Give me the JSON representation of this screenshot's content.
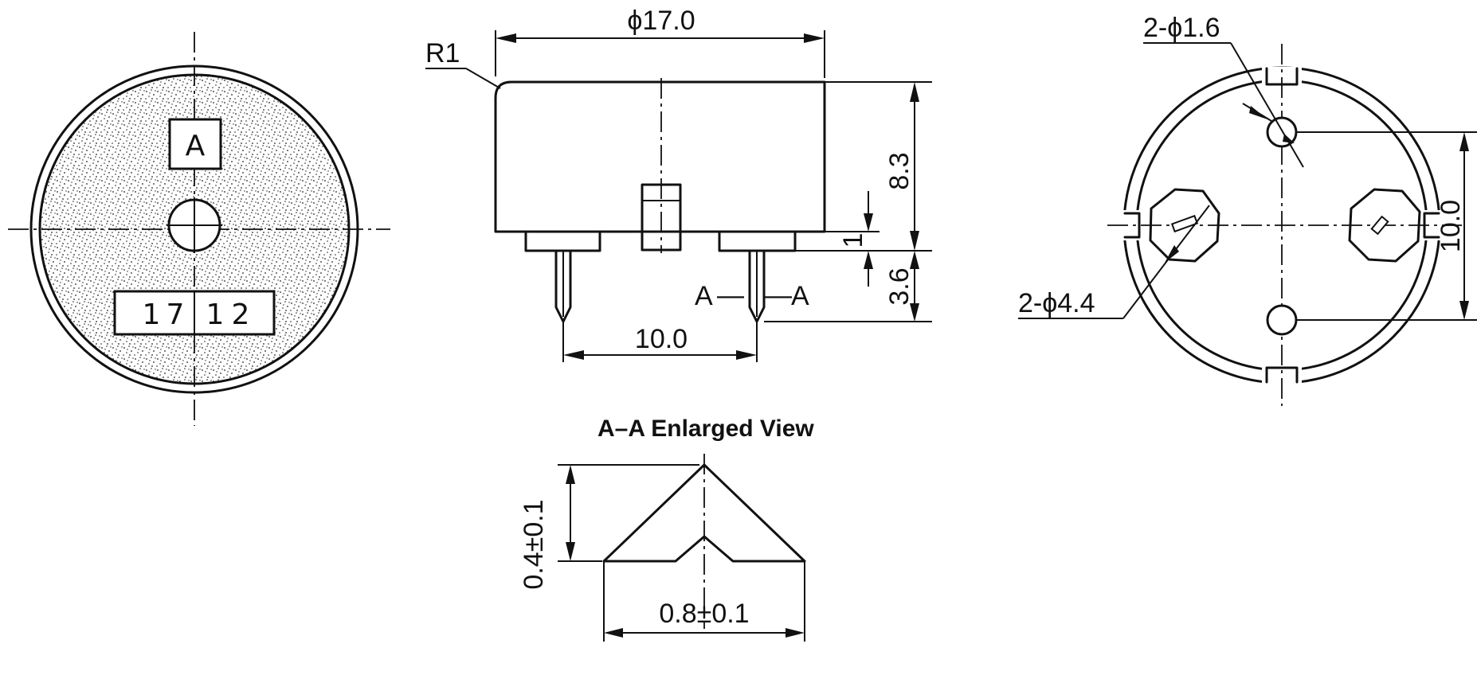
{
  "front_view": {
    "marking_letter": "A",
    "date_code": [
      "1",
      "7",
      "1",
      "2"
    ]
  },
  "side_view": {
    "diameter_label": "ϕ17.0",
    "radius_label": "R1",
    "height_label": "8.3",
    "standoff_label": "1",
    "pin_length_label": "3.6",
    "pin_pitch_label": "10.0",
    "section_left": "A",
    "section_right": "A",
    "section_dash": "—"
  },
  "bottom_view": {
    "small_hole_label": "2-ϕ1.6",
    "large_pad_label": "2-ϕ4.4",
    "hole_spacing_label": "10.0"
  },
  "detail_view": {
    "title": "A–A  Enlarged View",
    "height_label": "0.4±0.1",
    "width_label": "0.8±0.1"
  },
  "colors": {
    "line": "#111111",
    "background": "#ffffff"
  }
}
